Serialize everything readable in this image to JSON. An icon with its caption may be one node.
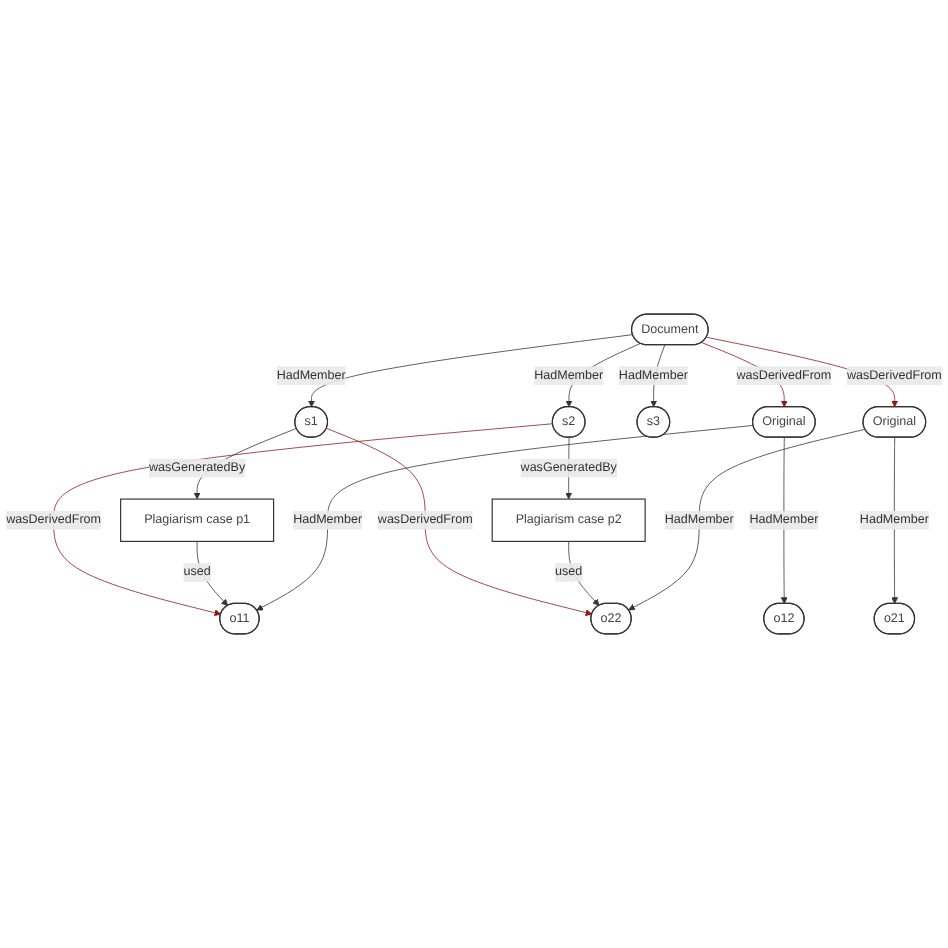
{
  "diagram": {
    "nodes": [
      {
        "text": [
          "Document"
        ]
      },
      {
        "text": [
          "s1"
        ]
      },
      {
        "text": [
          "s2"
        ]
      },
      {
        "text": [
          "s3"
        ]
      },
      {
        "text": [
          "Plagiarism case p1"
        ]
      },
      {
        "text": [
          "Plagiarism case p2"
        ]
      },
      {
        "text": [
          "o11"
        ]
      },
      {
        "text": [
          "o12"
        ]
      },
      {
        "text": [
          "o21"
        ]
      },
      {
        "text": [
          "o22"
        ]
      },
      {
        "text": [
          "Original"
        ]
      },
      {
        "text": [
          "Original"
        ]
      }
    ],
    "edges": [
      {
        "from": 0,
        "to": 1,
        "arrow": "to",
        "label": "HadMember"
      },
      {
        "from": 0,
        "to": 2,
        "arrow": "to",
        "label": "HadMember"
      },
      {
        "from": 0,
        "to": 3,
        "arrow": "to",
        "label": "HadMember"
      },
      {
        "from": 0,
        "to": 10,
        "arrow": "to",
        "label": "wasDerivedFrom",
        "color": "#8b1a1a"
      },
      {
        "from": 0,
        "to": 11,
        "arrow": "to",
        "label": "wasDerivedFrom",
        "color": "#8b1a1a"
      },
      {
        "from": 1,
        "to": 4,
        "arrow": "to",
        "label": "wasGeneratedBy"
      },
      {
        "from": 2,
        "to": 5,
        "arrow": "to",
        "label": "wasGeneratedBy"
      },
      {
        "from": 1,
        "to": 9,
        "arrow": "to",
        "label": "wasDerivedFrom",
        "color": "#8b1a1a"
      },
      {
        "from": 2,
        "to": 6,
        "arrow": "to",
        "label": "wasDerivedFrom",
        "color": "#8b1a1a"
      },
      {
        "from": 4,
        "to": 6,
        "arrow": "to",
        "label": "used"
      },
      {
        "from": 5,
        "to": 9,
        "arrow": "to",
        "label": "used"
      },
      {
        "from": 10,
        "to": 6,
        "arrow": "to",
        "label": "HadMember"
      },
      {
        "from": 10,
        "to": 7,
        "arrow": "to",
        "label": "HadMember"
      },
      {
        "from": 11,
        "to": 8,
        "arrow": "to",
        "label": "HadMember"
      },
      {
        "from": 11,
        "to": 9,
        "arrow": "to",
        "label": "HadMember"
      }
    ]
  }
}
